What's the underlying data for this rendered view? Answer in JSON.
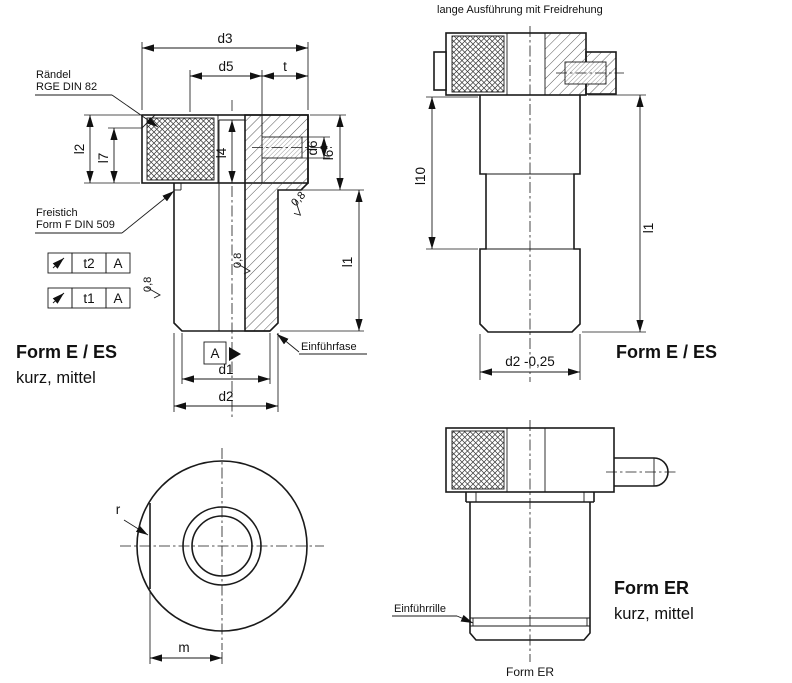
{
  "views": {
    "left": {
      "title": "Form E / ES",
      "subtitle": "kurz, mittel",
      "dims": {
        "d3": "d3",
        "d5": "d5",
        "t": "t",
        "d6": "d6",
        "l6": "l6",
        "l2": "l2",
        "l7": "l7",
        "l4": "l4",
        "l1": "l1",
        "d1": "d1",
        "d2": "d2"
      },
      "knurl_note_1": "Rändel",
      "knurl_note_2": "RGE DIN 82",
      "undercut_note_1": "Freistich",
      "undercut_note_2": "Form F DIN 509",
      "chamfer_note": "Einführfase",
      "datum": "A",
      "tol1": {
        "value": "t2",
        "datum": "A"
      },
      "tol2": {
        "value": "t1",
        "datum": "A"
      },
      "roughness": "0,8"
    },
    "right": {
      "header": "lange Ausführung mit Freidrehung",
      "title": "Form E / ES",
      "dims": {
        "l10": "l10",
        "l1": "l1",
        "d2_tol": "d2 -0,25"
      }
    },
    "bottom_view": {
      "dims": {
        "r": "r",
        "m": "m"
      }
    },
    "form_er": {
      "title": "Form ER",
      "subtitle": "kurz, mittel",
      "caption": "Form ER",
      "groove_note": "Einführrille"
    }
  }
}
